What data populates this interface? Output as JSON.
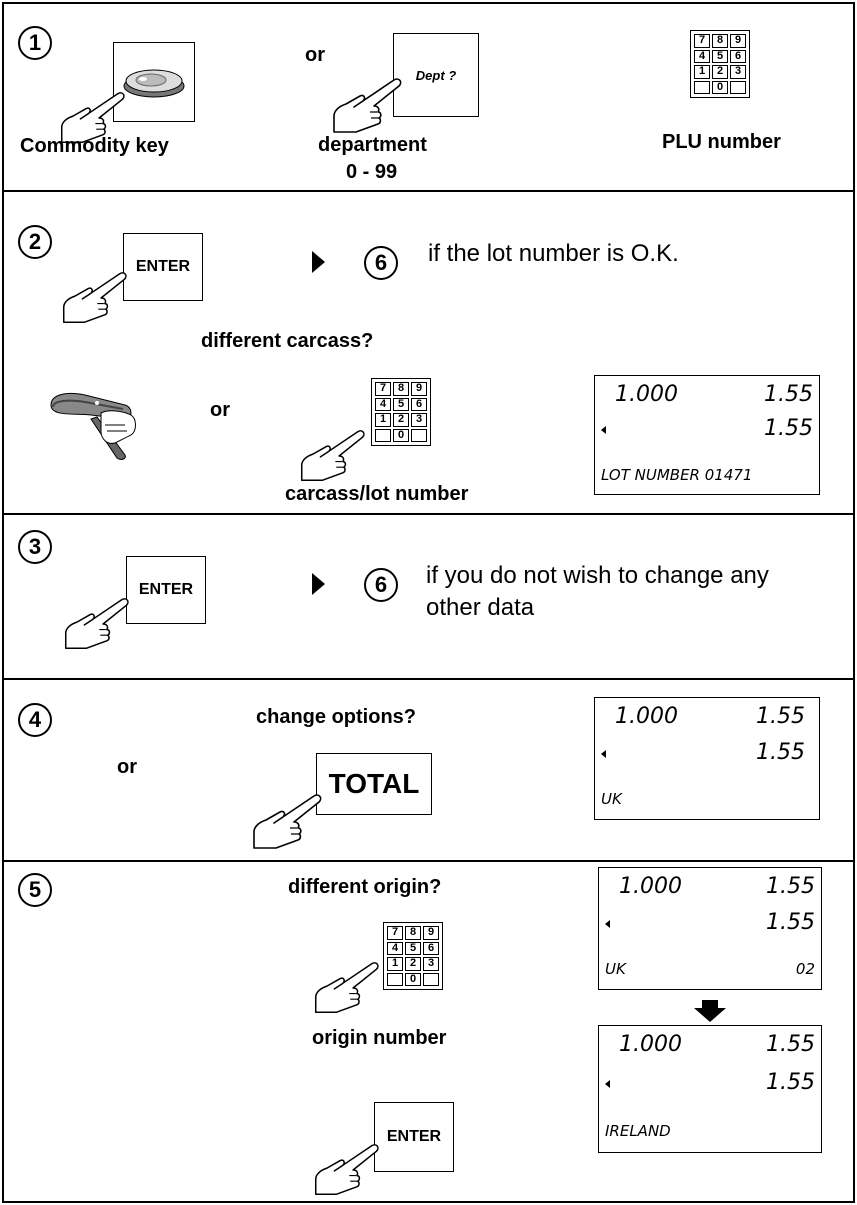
{
  "steps": {
    "s1": {
      "num": "1",
      "or": "or",
      "dept_key": "Dept ?",
      "commodity_label": "Commodity key",
      "dept_label": "department",
      "dept_range": "0 - 99",
      "plu_label": "PLU number"
    },
    "s2": {
      "num": "2",
      "enter": "ENTER",
      "goto": "6",
      "note": "if the lot number is O.K.",
      "question": "different carcass?",
      "or": "or",
      "keypad_label": "carcass/lot number",
      "lcd": {
        "weight": "1.000",
        "price": "1.55",
        "total": "1.55",
        "text": "LOT NUMBER 01471"
      }
    },
    "s3": {
      "num": "3",
      "enter": "ENTER",
      "goto": "6",
      "note_line1": "if you do not wish to change any",
      "note_line2": "other data"
    },
    "s4": {
      "num": "4",
      "question": "change options?",
      "or": "or",
      "total": "TOTAL",
      "lcd": {
        "weight": "1.000",
        "price": "1.55",
        "total": "1.55",
        "text": "UK"
      }
    },
    "s5": {
      "num": "5",
      "question": "different origin?",
      "keypad_label": "origin number",
      "enter": "ENTER",
      "lcd1": {
        "weight": "1.000",
        "price": "1.55",
        "total": "1.55",
        "text": "UK",
        "code": "02"
      },
      "lcd2": {
        "weight": "1.000",
        "price": "1.55",
        "total": "1.55",
        "text": "IRELAND"
      }
    }
  },
  "keypad_keys": [
    "7",
    "8",
    "9",
    "4",
    "5",
    "6",
    "1",
    "2",
    "3",
    "",
    "0",
    ""
  ]
}
